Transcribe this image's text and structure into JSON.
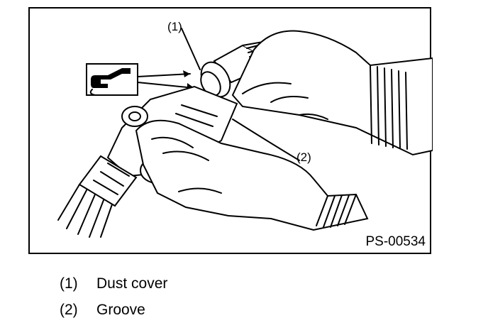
{
  "figure": {
    "code": "PS-00534",
    "callouts": [
      {
        "id": "1",
        "text": "(1)"
      },
      {
        "id": "2",
        "text": "(2)"
      }
    ],
    "icon": "grease-applicator-icon"
  },
  "legend": [
    {
      "num": "(1)",
      "label": "Dust cover"
    },
    {
      "num": "(2)",
      "label": "Groove"
    }
  ]
}
